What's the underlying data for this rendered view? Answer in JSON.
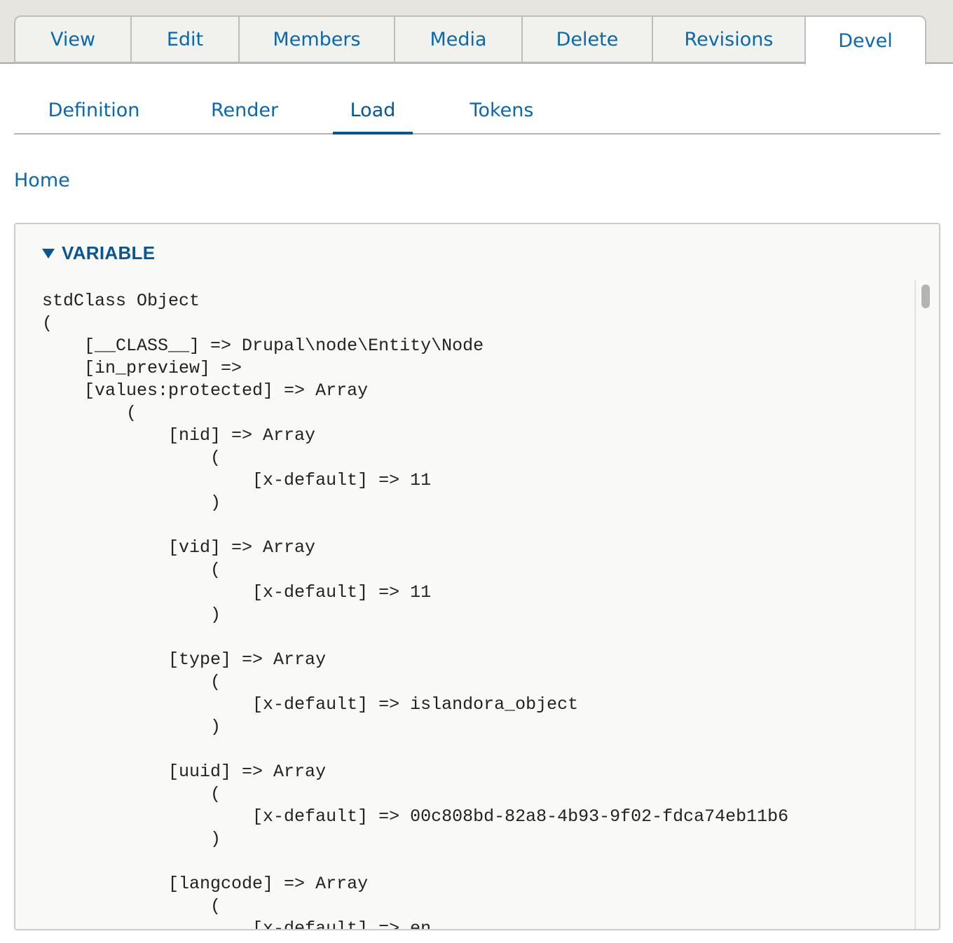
{
  "primary_tabs": [
    {
      "label": "View"
    },
    {
      "label": "Edit"
    },
    {
      "label": "Members"
    },
    {
      "label": "Media"
    },
    {
      "label": "Delete"
    },
    {
      "label": "Revisions"
    },
    {
      "label": "Devel"
    }
  ],
  "primary_active": "Devel",
  "secondary_tabs": [
    {
      "label": "Definition"
    },
    {
      "label": "Render"
    },
    {
      "label": "Load"
    },
    {
      "label": "Tokens"
    }
  ],
  "secondary_active": "Load",
  "breadcrumb": {
    "home": "Home"
  },
  "panel": {
    "title": "VARIABLE",
    "lines": [
      "stdClass Object",
      "(",
      "    [__CLASS__] => Drupal\\node\\Entity\\Node",
      "    [in_preview] =>",
      "    [values:protected] => Array",
      "        (",
      "            [nid] => Array",
      "                (",
      "                    [x-default] => 11",
      "                )",
      "",
      "            [vid] => Array",
      "                (",
      "                    [x-default] => 11",
      "                )",
      "",
      "            [type] => Array",
      "                (",
      "                    [x-default] => islandora_object",
      "                )",
      "",
      "            [uuid] => Array",
      "                (",
      "                    [x-default] => 00c808bd-82a8-4b93-9f02-fdca74eb11b6",
      "                )",
      "",
      "            [langcode] => Array",
      "                (",
      "                    [x-default] => en"
    ]
  }
}
